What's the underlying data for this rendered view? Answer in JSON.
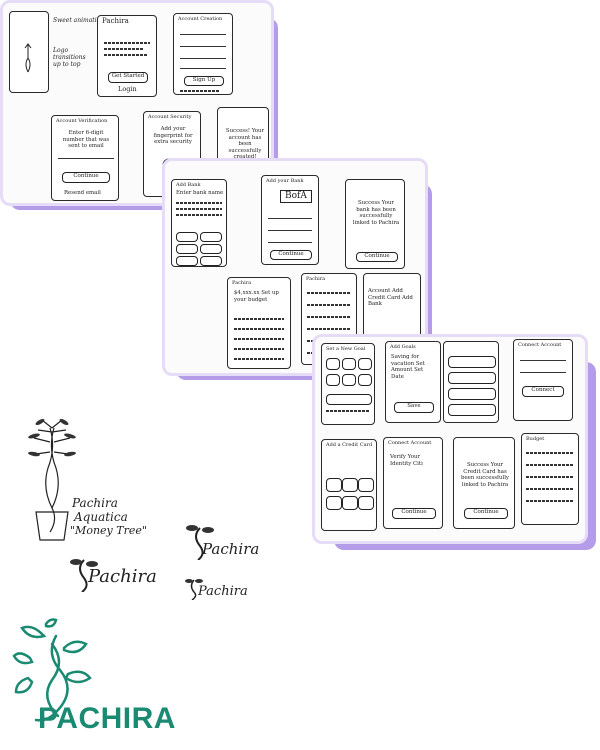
{
  "sheet1": {
    "screens": [
      {
        "title": "",
        "text": ""
      },
      {
        "title": "Pachira",
        "text": "",
        "button": "Get Started",
        "link": "Login"
      },
      {
        "title": "Account Creation",
        "text": "",
        "button": "Sign Up"
      },
      {
        "title": "Account Verification",
        "text": "Enter 6-digit number that was sent to email",
        "button": "Continue",
        "link": "Resend email"
      },
      {
        "title": "Account Security",
        "text": "Add your fingerprint for extra security"
      },
      {
        "title": "",
        "text": "Success! Your account has been successfully created!"
      }
    ],
    "annotations": [
      "Sweet animation",
      "Logo transitions up to top"
    ]
  },
  "sheet2": {
    "screens": [
      {
        "title": "Add Bank",
        "text": "Enter bank name"
      },
      {
        "title": "Add your Bank",
        "text": "BofA",
        "button": "Continue"
      },
      {
        "title": "",
        "text": "Success Your bank has been successfully linked to Pachira",
        "button": "Continue"
      },
      {
        "title": "Pachira",
        "text": "$4,xxx.xx Set up your budget"
      },
      {
        "title": "Pachira",
        "text": ""
      },
      {
        "title": "",
        "text": "Account Add Credit Card Add Bank"
      }
    ]
  },
  "sheet3": {
    "screens": [
      {
        "title": "Set a New Goal",
        "text": ""
      },
      {
        "title": "Add Goals",
        "text": "Saving for vacation Set Amount Set Date",
        "button": "Save"
      },
      {
        "title": "",
        "text": ""
      },
      {
        "title": "Connect Account",
        "text": "",
        "button": "Connect"
      },
      {
        "title": "Add a Credit Card",
        "text": ""
      },
      {
        "title": "Connect Account",
        "text": "Verify Your Identity Citi",
        "button": "Continue"
      },
      {
        "title": "",
        "text": "Success Your Credit Card has been successfully linked to Pachira",
        "button": "Continue"
      },
      {
        "title": "Budget",
        "text": ""
      }
    ]
  },
  "sketches": {
    "plant_caption_1": "Pachira",
    "plant_caption_2": "Aquatica",
    "plant_caption_3": "\"Money Tree\"",
    "logo_sketch_1": "Pachira",
    "logo_sketch_2": "Pachira",
    "logo_sketch_3": "Pachira"
  },
  "logo": {
    "text": "PACHIRA",
    "color": "#1b8a72"
  },
  "colors": {
    "accent": "#b49ce8",
    "frame": "#e6dcf8"
  }
}
